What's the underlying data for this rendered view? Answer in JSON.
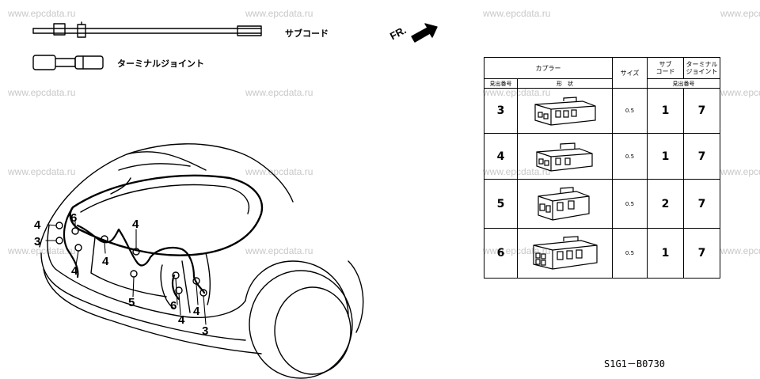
{
  "watermarks": [
    "www.epcdata.ru",
    "www.epcdata.ru",
    "www.epcdata.ru",
    "www.epcdata.ru",
    "www.epcdata.ru",
    "www.epcdata.ru",
    "www.epcdata.ru",
    "www.epcdata.ru",
    "www.epcdata.ru",
    "www.epcdata.ru",
    "www.epcdata.ru",
    "www.epcdata.ru",
    "www.epcdata.ru",
    "www.epcdata.ru",
    "www.epcdata.ru",
    "www.epcdata.ru"
  ],
  "legend": {
    "sub_cord": "サブコード",
    "terminal_joint": "ターミナルジョイント"
  },
  "direction_label": "FR.",
  "callouts": [
    "4",
    "3",
    "6",
    "4",
    "4",
    "4",
    "5",
    "6",
    "4",
    "4",
    "4",
    "3"
  ],
  "table": {
    "headers": {
      "coupler": "カプラー",
      "size": "サイズ",
      "sub_cord_1": "サブ",
      "sub_cord_2": "コード",
      "terminal_1": "ターミナル",
      "terminal_2": "ジョイント",
      "ref_no": "見出番号",
      "shape": "形　状",
      "ref_no_2": "見出番号"
    },
    "rows": [
      {
        "ref": "3",
        "size": "0.5",
        "sub_cord": "1",
        "terminal_joint": "7"
      },
      {
        "ref": "4",
        "size": "0.5",
        "sub_cord": "1",
        "terminal_joint": "7"
      },
      {
        "ref": "5",
        "size": "0.5",
        "sub_cord": "2",
        "terminal_joint": "7"
      },
      {
        "ref": "6",
        "size": "0.5",
        "sub_cord": "1",
        "terminal_joint": "7"
      }
    ]
  },
  "figure_code": "S1G1－B0730"
}
